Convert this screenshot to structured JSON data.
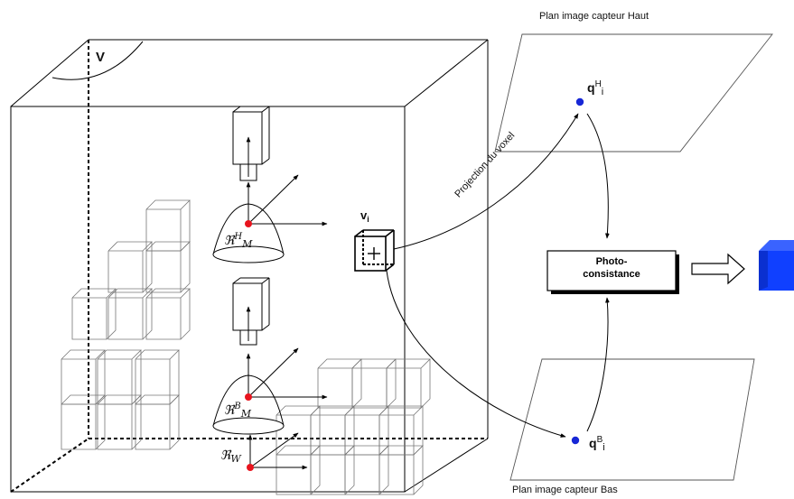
{
  "labels": {
    "volume": "V",
    "voxel": "v",
    "voxel_index": "i",
    "top_sensor_plane": "Plan image capteur Haut",
    "bottom_sensor_plane": "Plan image capteur Bas",
    "projection": "Projection du voxel",
    "photo_line1": "Photo-",
    "photo_line2": "consistance",
    "q_top": "q",
    "q_top_sup": "H",
    "q_top_sub": "i",
    "q_bot": "q",
    "q_bot_sup": "B",
    "q_bot_sub": "i",
    "frame_h": "ℜ",
    "frame_h_sup": "H",
    "frame_h_sub": "M",
    "frame_b": "ℜ",
    "frame_b_sup": "B",
    "frame_b_sub": "M",
    "frame_w": "ℜ",
    "frame_w_sub": "W"
  },
  "colors": {
    "line": "#000000",
    "center_point": "#e8141e",
    "projection_point": "#1727d6",
    "output_cube": "#1040ff",
    "grid_cube": "#888888"
  }
}
